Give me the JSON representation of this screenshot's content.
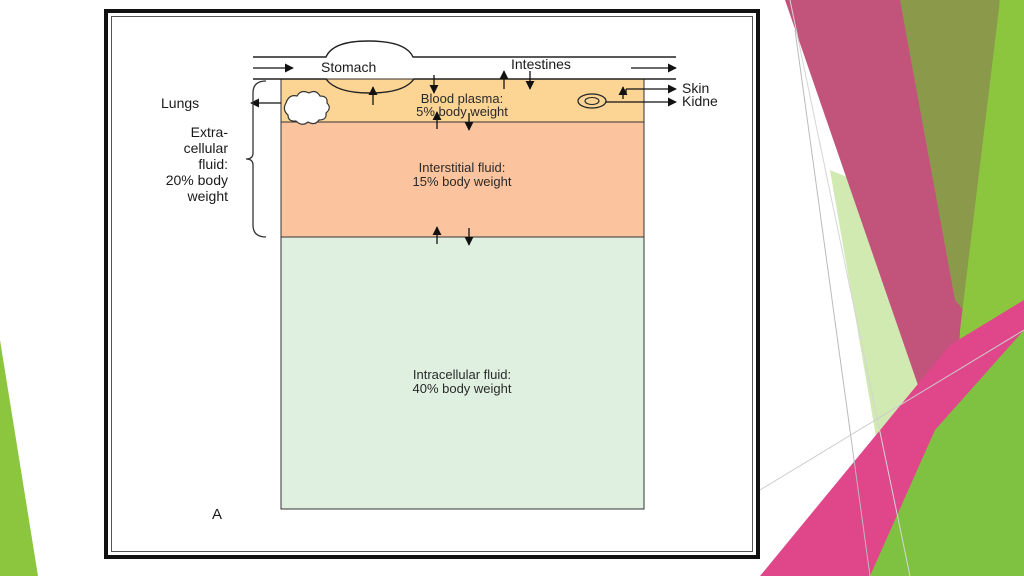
{
  "slide": {
    "theme_colors": {
      "green": "#8cc63f",
      "light_green": "#c9e6a4",
      "magenta": "#e0468a",
      "mauve": "#c2547b",
      "olive": "#8b9a4a"
    }
  },
  "diagram": {
    "labels": {
      "stomach": "Stomach",
      "intestines": "Intestines",
      "skin": "Skin",
      "kidneys": "Kidne",
      "lungs": "Lungs",
      "extracellular": [
        "Extra-",
        "cellular",
        "fluid:",
        "20% body",
        "weight"
      ],
      "figure_letter": "A"
    },
    "compartments": [
      {
        "id": "blood-plasma",
        "lines": [
          "Blood plasma:",
          "5% body weight"
        ],
        "color": "#fcd595"
      },
      {
        "id": "interstitial",
        "lines": [
          "Interstitial fluid:",
          "15% body weight"
        ],
        "color": "#fbc49e"
      },
      {
        "id": "intracellular",
        "lines": [
          "Intracellular fluid:",
          "40% body weight"
        ],
        "color": "#dff0e0"
      }
    ]
  }
}
